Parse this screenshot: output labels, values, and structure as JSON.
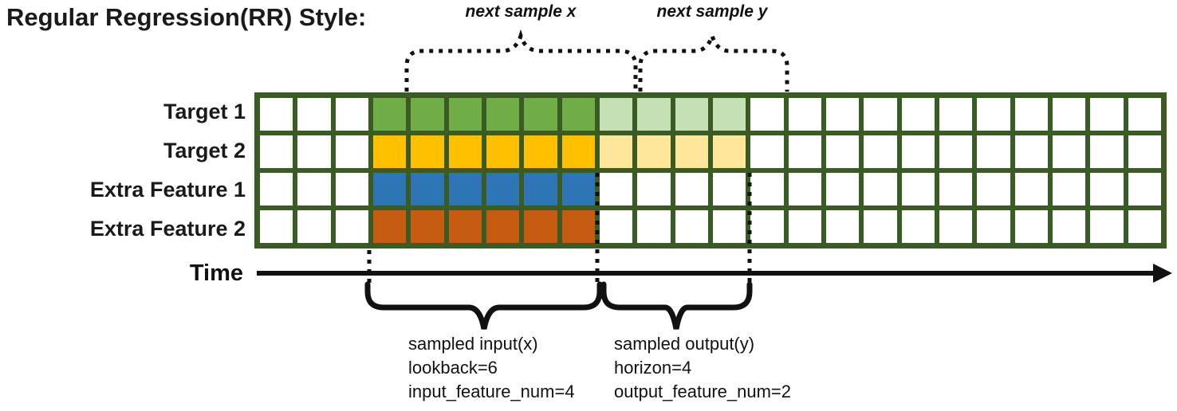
{
  "title": "Regular Regression(RR) Style:",
  "colors": {
    "grid_line": "#3B5B24",
    "target1_solid": "#70AD47",
    "target1_light": "#C5E0B4",
    "target2_solid": "#FFC000",
    "target2_light": "#FFE699",
    "extra1_solid": "#2E75B6",
    "extra2_solid": "#C55A11",
    "empty_cell": "#FFFFFF",
    "annotation": "#111111"
  },
  "grid": {
    "columns": 24,
    "input_start": 3,
    "input_len": 6,
    "output_start": 9,
    "output_len": 4,
    "rows": [
      {
        "label": "Target 1",
        "solid": "#70AD47",
        "light": "#C5E0B4",
        "has_output": true
      },
      {
        "label": "Target 2",
        "solid": "#FFC000",
        "light": "#FFE699",
        "has_output": true
      },
      {
        "label": "Extra Feature 1",
        "solid": "#2E75B6",
        "light": null,
        "has_output": false
      },
      {
        "label": "Extra Feature 2",
        "solid": "#C55A11",
        "light": null,
        "has_output": false
      }
    ]
  },
  "annotations": {
    "next_sample_x": "next sample x",
    "next_sample_y": "next sample y",
    "time_label": "Time",
    "input_lines": [
      "sampled input(x)",
      "lookback=6",
      "input_feature_num=4"
    ],
    "output_lines": [
      "sampled output(y)",
      "horizon=4",
      "output_feature_num=2"
    ]
  }
}
